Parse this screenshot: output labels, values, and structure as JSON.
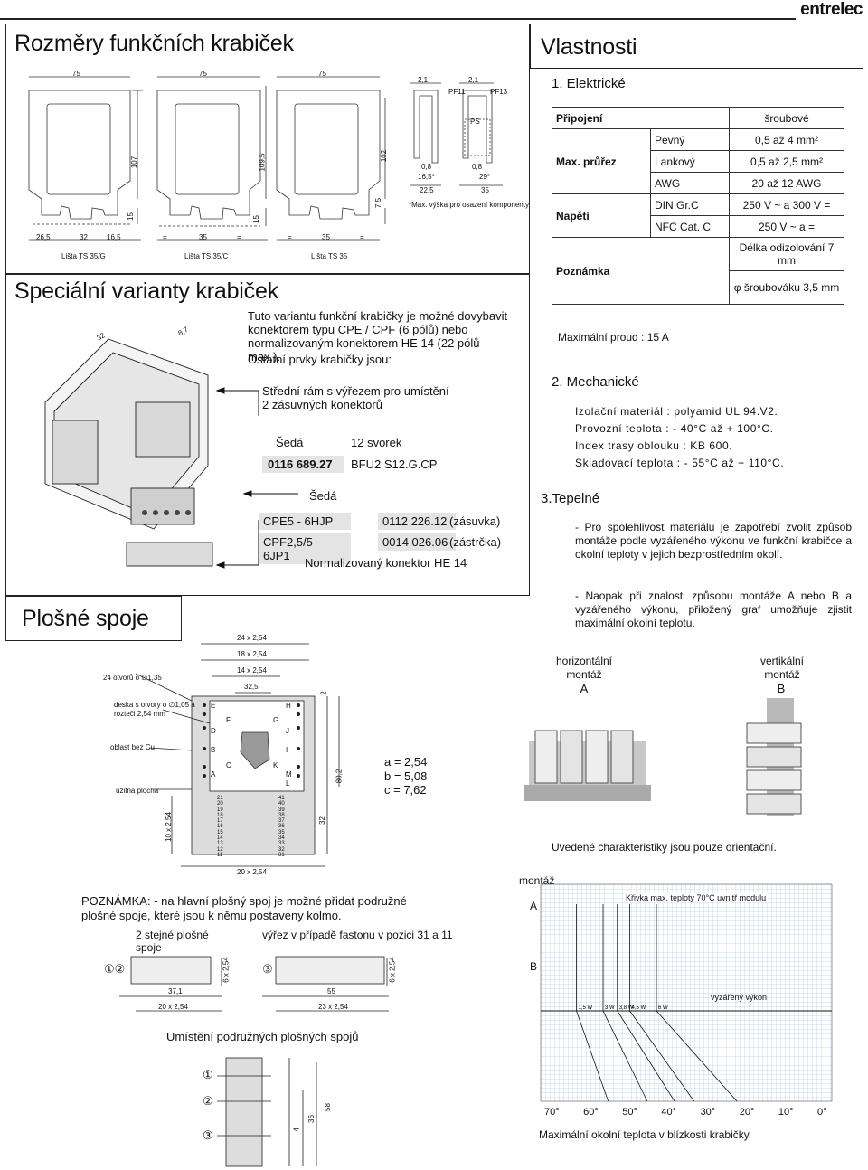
{
  "brand": "entrelec",
  "left_top": {
    "title": "Rozměry funkčních krabiček",
    "dims_top": [
      "75",
      "75",
      "75"
    ],
    "heights": [
      "107",
      "109,5",
      "102"
    ],
    "side_dims": [
      "15",
      "15",
      "7,5"
    ],
    "bottom_dims": [
      "26,5",
      "32",
      "16,5",
      "35",
      "35"
    ],
    "eq": "=",
    "rails": [
      "Lišta TS 35/G",
      "Lišta TS 35/C",
      "Lišta TS 35"
    ],
    "pf": {
      "d1": "2,1",
      "d2": "2,1",
      "pf11": "PF11",
      "pf13": "PF13",
      "ps": "PS",
      "w1": "0,8",
      "w2": "16,5*",
      "w3": "0,8",
      "w4": "29*",
      "w5": "22,5",
      "w6": "35",
      "note": "*Max. výška pro osazení komponenty"
    }
  },
  "special": {
    "title": "Speciální varianty krabiček",
    "dim_a": "32",
    "dim_b": "8,7",
    "p1": "Tuto variantu funkční krabičky je možné dovybavit konektorem typu CPE / CPF (6 pólů) nebo normalizovaným konektorem HE 14 (22 pólů max.).",
    "p2": "Ostatní prvky krabičky jsou:",
    "frame_desc": "Střední rám s výřezem pro umístění 2 zásuvných konektorů",
    "grey1": "Šedá",
    "svorek": "12 svorek",
    "code1": "0116 689.27",
    "code1_name": "BFU2 S12.G.CP",
    "grey2": "Šedá",
    "conn1_name": "CPE5 - 6HJP",
    "conn1_code": "0112 226.12",
    "conn1_type": "(zásuvka)",
    "conn2_name": "CPF2,5/5 - 6JP1",
    "conn2_code": "0014 026.06",
    "conn2_type": "(zástrčka)",
    "he14": "Normalizovaný konektor HE 14"
  },
  "plosne": {
    "title": "Plošné spoje",
    "dim_top": "24 x 2,54",
    "dim_18": "18 x 2,54",
    "dim_14": "14 x 2,54",
    "dim_325": "32,5",
    "holes": "24 otvorů o ∅1,35",
    "deska": "deska s otvory o ∅1,05 a rozteči 2,54 mm",
    "oblast": "oblast bez Cu",
    "uzitna": "užitná plocha",
    "letters_left": [
      "E",
      "D",
      "B",
      "A",
      "F",
      "C"
    ],
    "letters_right": [
      "H",
      "G",
      "J",
      "I",
      "K",
      "M",
      "L"
    ],
    "pins_left": [
      "21",
      "20",
      "19",
      "18",
      "17",
      "16",
      "15",
      "14",
      "13",
      "12",
      "11"
    ],
    "pins_right": [
      "41",
      "40",
      "39",
      "38",
      "37",
      "36",
      "35",
      "34",
      "33",
      "32",
      "31"
    ],
    "dim_10": "10 x 2,54",
    "dim_20": "20 x 2,54",
    "dim_32": "32",
    "dim_802": "80,2",
    "dim_2": "2",
    "legend_a": "a = 2,54",
    "legend_b": "b = 5,08",
    "legend_c": "c = 7,62",
    "note": "POZNÁMKA: - na hlavní plošný spoj je možné přidat podružné plošné spoje, které jsou k němu postaveny kolmo.",
    "two_boards": "2 stejné plošné spoje",
    "cutout": "výřez v případě fastonu v pozici 31 a 11",
    "n12": "①②",
    "n3": "③",
    "d371": "37,1",
    "d20": "20 x 2,54",
    "d55": "55",
    "d23": "23 x 2,54",
    "d6": "6 x 2,54",
    "placement_title": "Umístění podružných plošných spojů",
    "p1": "①",
    "p2": "②",
    "p3": "③",
    "d4": "4",
    "d36": "36",
    "d58": "58"
  },
  "vlastnosti": {
    "title": "Vlastnosti",
    "el_title": "1. Elektrické",
    "table": {
      "pripojeni": "Připojení",
      "pripojeni_val": "šroubové",
      "max_prurez": "Max. průřez",
      "pevny": "Pevný",
      "pevny_val": "0,5 až 4 mm²",
      "lankovy": "Lankový",
      "lankovy_val": "0,5 až 2,5 mm²",
      "awg": "AWG",
      "awg_val": "20 až 12 AWG",
      "napeti": "Napětí",
      "din": "DIN Gr.C",
      "din_val": "250 V ~ a 300 V =",
      "nfc": "NFC Cat. C",
      "nfc_val": "250 V ~ a =",
      "poznamka": "Poznámka",
      "delka": "Délka odizolování 7 mm",
      "sroubovak": "φ šroubováku 3,5 mm"
    },
    "max_proud": "Maximální proud  : 15 A",
    "mech_title": "2. Mechanické",
    "mech": [
      "Izolační materiál : polyamid UL 94.V2.",
      "Provozní teplota : - 40°C až + 100°C.",
      "Index trasy oblouku : KB 600.",
      "Skladovací teplota : - 55°C až + 110°C."
    ],
    "tep_title": "3.Tepelné",
    "tep1": "- Pro spolehlivost materiálu je zapotřebí zvolit způsob montáže podle vyzářeného výkonu ve funkční krabičce a okolní teploty v jejich bezprostředním okolí.",
    "tep2": "- Naopak při znalosti způsobu montáže A nebo B a vyzářeného výkonu, přiložený graf umožňuje zjistit maximální okolní teplotu.",
    "horiz": "horizontální montáž",
    "horiz_letter": "A",
    "vert": "vertikální montáž",
    "vert_letter": "B",
    "orient": "Uvedené charakteristiky jsou pouze orientační."
  },
  "chart_data": {
    "type": "line",
    "title": "Křivka max. teploty 70°C uvnitř modulu",
    "ylabel": "montáž",
    "y_categories": [
      "A",
      "B"
    ],
    "xlabel": "Maximální okolní teplota v blízkosti krabičky.",
    "x_ticks": [
      "70°",
      "60°",
      "50°",
      "40°",
      "30°",
      "20°",
      "10°",
      "0°"
    ],
    "power_label": "vyzářený výkon",
    "power_ticks": [
      "1,5 W",
      "3 W",
      "3,8 W",
      "4,5 W",
      "6 W"
    ],
    "series": [
      {
        "name": "1,5 W",
        "x_A": 1.5,
        "temp": 55
      },
      {
        "name": "3 W",
        "x_A": 3.0,
        "temp": 45
      },
      {
        "name": "3,8 W",
        "x_A": 3.8,
        "temp": 38
      },
      {
        "name": "4,5 W",
        "x_A": 4.5,
        "temp": 33
      },
      {
        "name": "6 W",
        "x_A": 6.0,
        "temp": 22
      }
    ]
  }
}
